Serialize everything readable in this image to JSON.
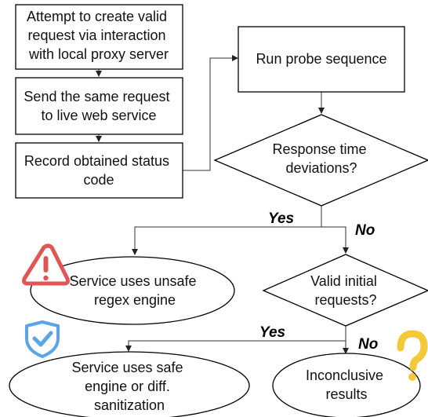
{
  "nodes": {
    "attempt_request": [
      "Attempt to create valid",
      "request via interaction",
      "with local proxy server"
    ],
    "send_request": [
      "Send the same request",
      "to live web service"
    ],
    "record_status": [
      "Record obtained status",
      "code"
    ],
    "run_probe": [
      "Run probe sequence"
    ],
    "response_deviation": [
      "Response time",
      "deviations?"
    ],
    "unsafe_regex": [
      "Service uses unsafe",
      "regex engine"
    ],
    "valid_requests": [
      "Valid initial",
      "requests?"
    ],
    "safe_engine": [
      "Service uses safe",
      "engine or diff.",
      "sanitization"
    ],
    "inconclusive": [
      "Inconclusive",
      "results"
    ]
  },
  "edge_labels": {
    "deviation_yes": "Yes",
    "deviation_no": "No",
    "valid_yes": "Yes",
    "valid_no": "No"
  },
  "icons": {
    "warning": "warning-triangle-icon",
    "shield": "shield-check-icon",
    "question": "question-mark-icon"
  },
  "colors": {
    "warning": "#e05656",
    "shield": "#5aa5e8",
    "question": "#f3c83a"
  }
}
